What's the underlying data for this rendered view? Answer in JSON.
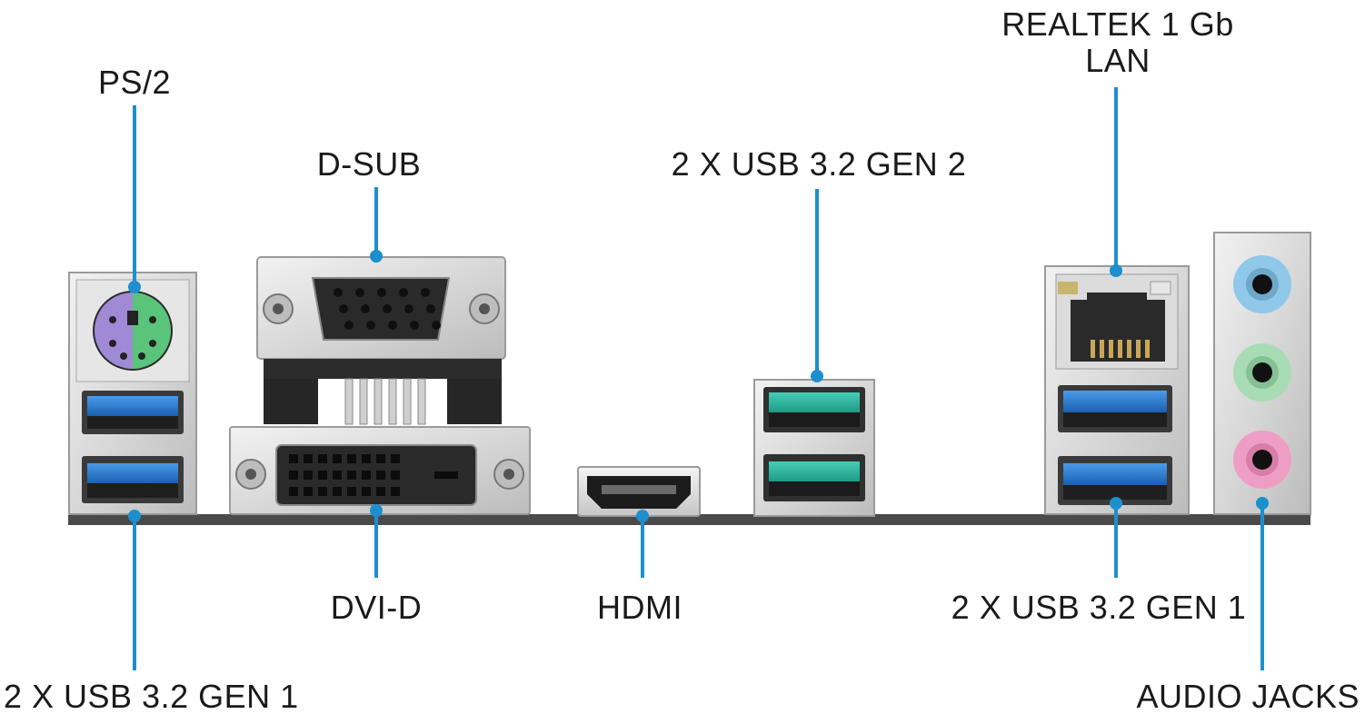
{
  "labels": {
    "ps2": "PS/2",
    "dsub": "D-SUB",
    "usb_gen2": "2 X USB 3.2 GEN 2",
    "lan_line1": "REALTEK 1 Gb",
    "lan_line2": "LAN",
    "usb_gen1_left": "2 X USB 3.2 GEN 1",
    "dvid": "DVI-D",
    "hdmi": "HDMI",
    "usb_gen1_right": "2 X USB 3.2 GEN 1",
    "audio": "AUDIO JACKS"
  },
  "colors": {
    "callout": "#1d8fcf",
    "usb3_gen1": "#2d7fd6",
    "usb3_gen2": "#2bb5a0",
    "ps2_keyboard": "#a08ad6",
    "ps2_mouse": "#59c47a",
    "audio_line_in": "#8fc8e8",
    "audio_line_out": "#a8dcb4",
    "audio_mic": "#ee9ec4"
  }
}
